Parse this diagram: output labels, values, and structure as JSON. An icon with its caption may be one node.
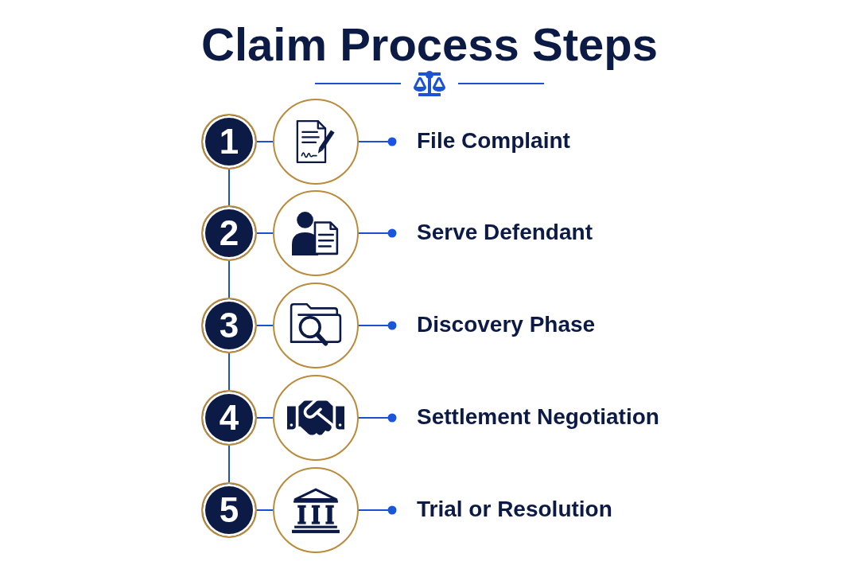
{
  "diagram": {
    "title": "Claim Process Steps",
    "nodes": [
      {
        "text": [
          "1"
        ]
      },
      {
        "text": [],
        "shape": "circle"
      },
      {
        "text": [
          "File Complaint"
        ]
      },
      {
        "text": [
          "2"
        ]
      },
      {
        "text": [],
        "shape": "circle"
      },
      {
        "text": [
          "Serve Defendant"
        ]
      },
      {
        "text": [
          "3"
        ]
      },
      {
        "text": [],
        "shape": "circle"
      },
      {
        "text": [
          "Discovery Phase"
        ]
      },
      {
        "text": [
          "4"
        ]
      },
      {
        "text": [],
        "shape": "circle"
      },
      {
        "text": [
          "Settlement Negotiation"
        ]
      },
      {
        "text": [
          "5"
        ]
      },
      {
        "text": [],
        "shape": "circle"
      },
      {
        "text": [
          "Trial or Resolution"
        ]
      }
    ],
    "edges": [
      {
        "from": 0,
        "to": 1,
        "arrow": "none"
      },
      {
        "from": 1,
        "to": 2,
        "arrow": "other"
      },
      {
        "from": 0,
        "to": 3,
        "arrow": "none"
      },
      {
        "from": 3,
        "to": 4,
        "arrow": "none"
      },
      {
        "from": 4,
        "to": 5,
        "arrow": "other"
      },
      {
        "from": 3,
        "to": 6,
        "arrow": "none"
      },
      {
        "from": 6,
        "to": 7,
        "arrow": "none"
      },
      {
        "from": 7,
        "to": 8,
        "arrow": "other"
      },
      {
        "from": 6,
        "to": 9,
        "arrow": "none"
      },
      {
        "from": 9,
        "to": 10,
        "arrow": "none"
      },
      {
        "from": 10,
        "to": 11,
        "arrow": "other"
      },
      {
        "from": 9,
        "to": 12,
        "arrow": "none"
      },
      {
        "from": 12,
        "to": 13,
        "arrow": "none"
      },
      {
        "from": 13,
        "to": 14,
        "arrow": "other"
      }
    ]
  }
}
